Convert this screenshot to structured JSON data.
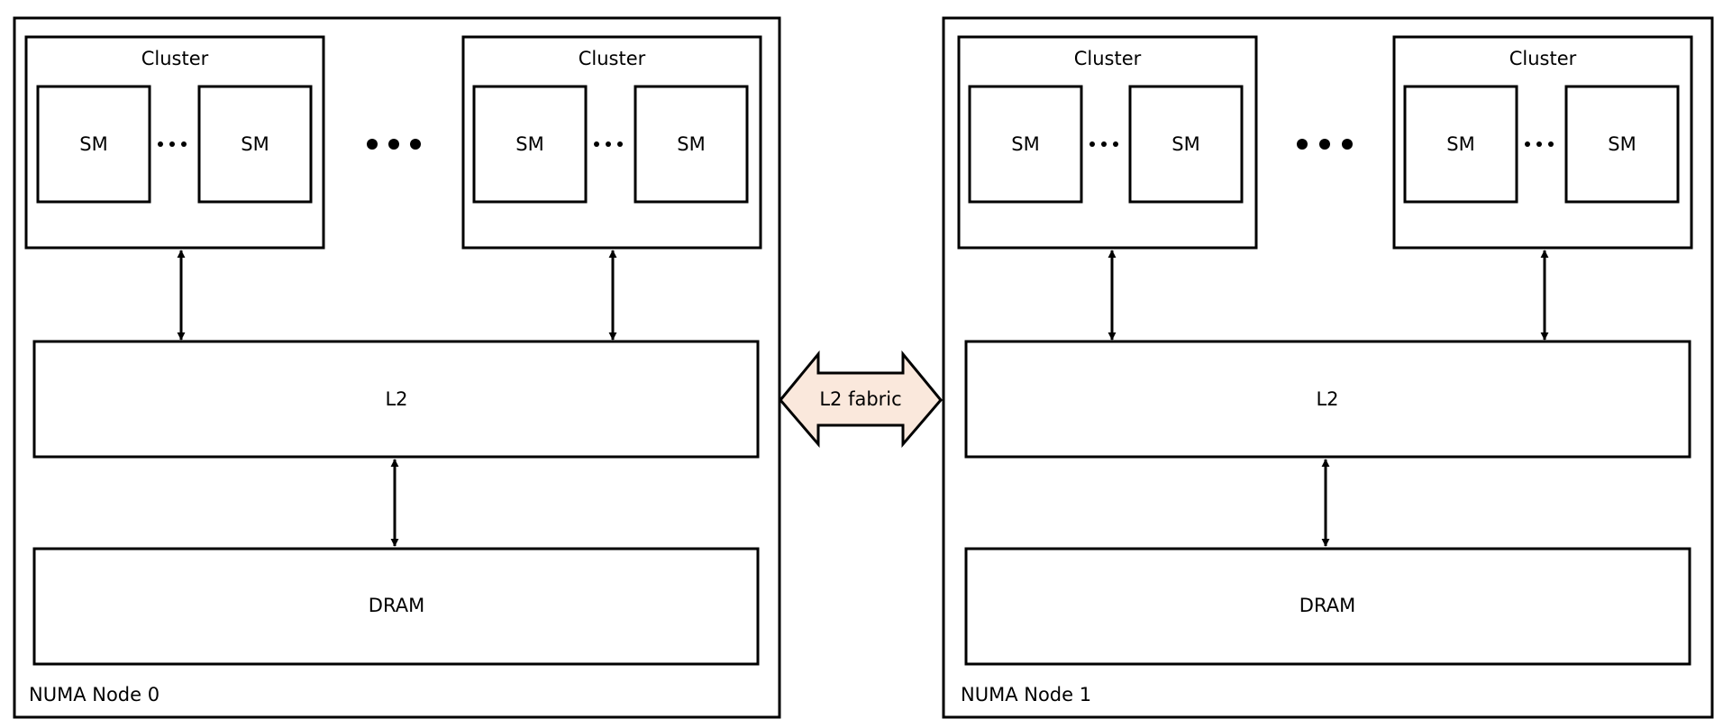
{
  "nodes": [
    {
      "label": "NUMA Node 0",
      "clusters": [
        {
          "title": "Cluster",
          "sm_left": "SM",
          "sm_right": "SM"
        },
        {
          "title": "Cluster",
          "sm_left": "SM",
          "sm_right": "SM"
        }
      ],
      "l2": "L2",
      "dram": "DRAM"
    },
    {
      "label": "NUMA Node 1",
      "clusters": [
        {
          "title": "Cluster",
          "sm_left": "SM",
          "sm_right": "SM"
        },
        {
          "title": "Cluster",
          "sm_left": "SM",
          "sm_right": "SM"
        }
      ],
      "l2": "L2",
      "dram": "DRAM"
    }
  ],
  "fabric": {
    "label": "L2 fabric",
    "fill": "#fae8dc"
  },
  "colors": {
    "stroke": "#000000",
    "background": "#ffffff"
  }
}
